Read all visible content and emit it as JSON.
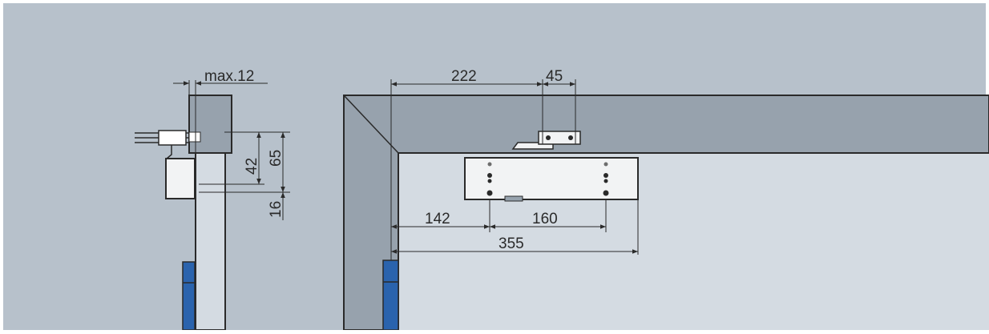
{
  "colors": {
    "background": "#b7c1cb",
    "frame": "#97a2ad",
    "door_face": "#d4dbe2",
    "closer_body": "#f2f3f4",
    "blue_part": "#2a63ad",
    "line": "#2a2a2a",
    "border": "#ffffff"
  },
  "labels": {
    "max_12": "max.12",
    "d65": "65",
    "d42": "42",
    "d16": "16",
    "d222": "222",
    "d45": "45",
    "d142": "142",
    "d160": "160",
    "d355": "355"
  }
}
